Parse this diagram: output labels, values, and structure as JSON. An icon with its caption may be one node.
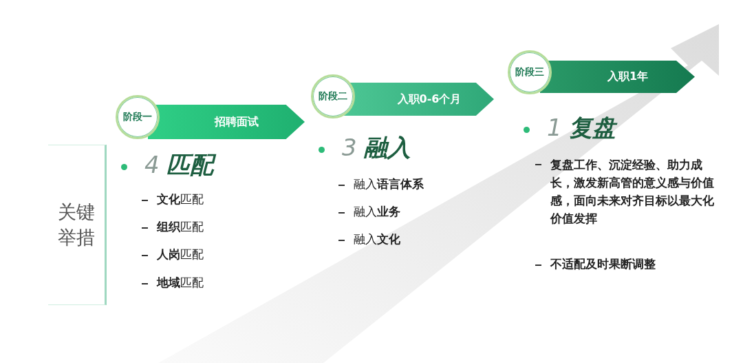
{
  "diagram": {
    "nodes": [
      {
        "text": [
          "关键举措"
        ]
      },
      {
        "text": [
          "阶段一"
        ]
      },
      {
        "text": [
          "招聘面试"
        ]
      },
      {
        "text": [
          "阶段二"
        ]
      },
      {
        "text": [
          "入职0-6个月"
        ]
      },
      {
        "text": [
          "阶段三"
        ]
      },
      {
        "text": [
          "入职1年"
        ]
      }
    ],
    "labels": [
      "4 **匹配**",
      "**文化**匹配",
      "**组织**匹配",
      "**人岗**匹配",
      "**地域**匹配",
      "3 **融入**",
      "融入**语言体系**",
      "融入**业务**",
      "融入**文化**",
      "1 **复盘**",
      "复盘工作、沉淀经验、助力成长，激发新高管的意义感与价值感，面向未来对齐目标以最大化价值发挥",
      "不适配及时果断调整"
    ]
  }
}
